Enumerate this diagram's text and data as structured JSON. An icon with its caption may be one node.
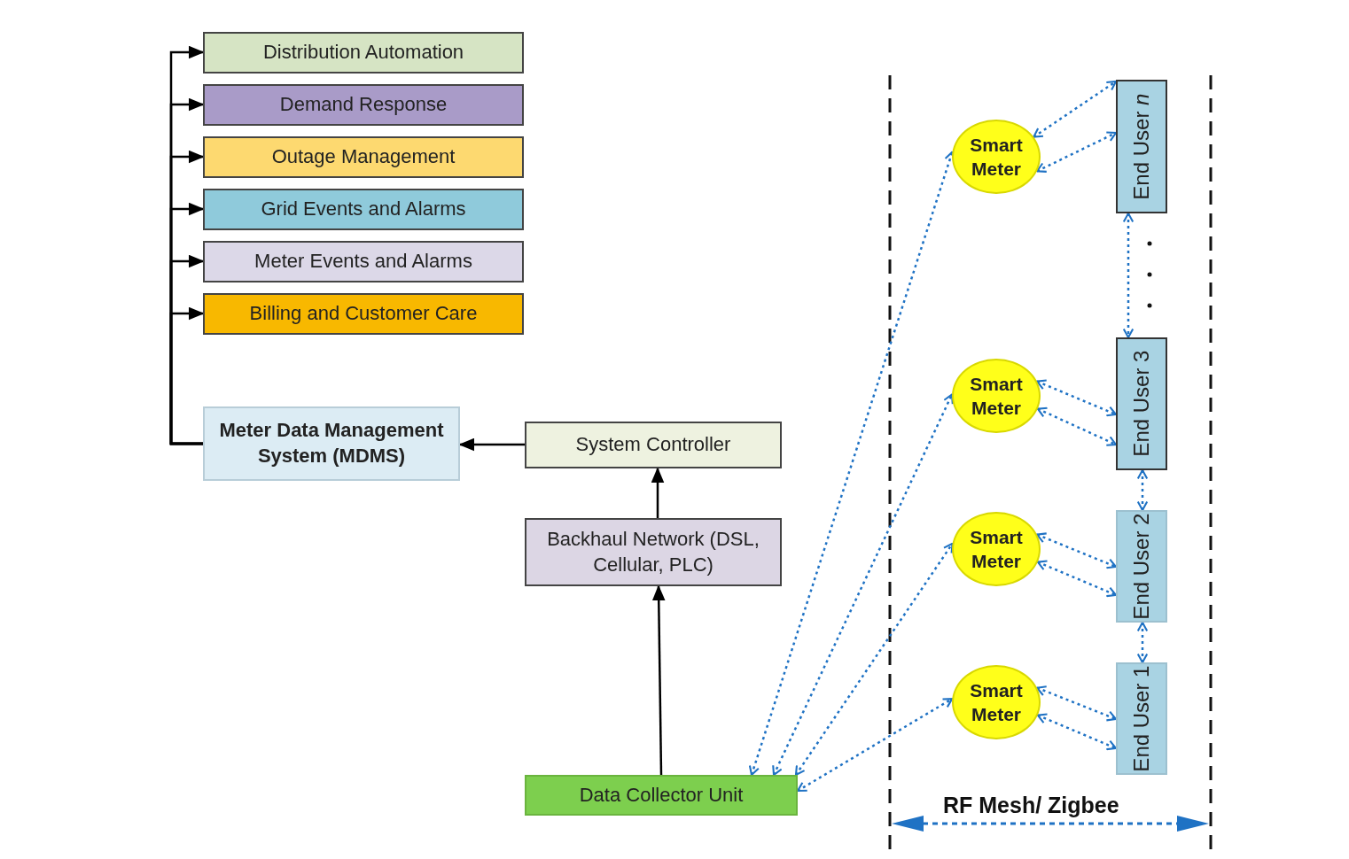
{
  "diagram": {
    "nodes": [
      {
        "text": [
          "Distribution Automation"
        ]
      },
      {
        "text": [
          "Demand Response"
        ]
      },
      {
        "text": [
          "Outage Management"
        ]
      },
      {
        "text": [
          "Grid Events and Alarms"
        ]
      },
      {
        "text": [
          "Meter Events and Alarms"
        ]
      },
      {
        "text": [
          "Billing and Customer Care"
        ]
      },
      {
        "text": [
          "Meter Data Management System (MDMS)"
        ]
      },
      {
        "text": [
          "System Controller"
        ]
      },
      {
        "text": [
          "Backhaul Network (DSL, Cellular, PLC)"
        ]
      },
      {
        "text": [
          "Data Collector Unit"
        ]
      },
      {
        "text": [
          "Smart Meter"
        ]
      },
      {
        "text": [
          "Smart Meter"
        ]
      },
      {
        "text": [
          "Smart Meter"
        ]
      },
      {
        "text": [
          "Smart Meter"
        ]
      },
      {
        "text": [
          "End User *n*"
        ]
      },
      {
        "text": [
          "End User 3"
        ]
      },
      {
        "text": [
          "End User 2"
        ]
      },
      {
        "text": [
          "End User 1"
        ]
      }
    ],
    "edges": [
      {
        "from": 6,
        "to": 0,
        "arrow": "to",
        "color": "#000000"
      },
      {
        "from": 6,
        "to": 1,
        "arrow": "to",
        "color": "#000000"
      },
      {
        "from": 6,
        "to": 2,
        "arrow": "to",
        "color": "#000000"
      },
      {
        "from": 6,
        "to": 3,
        "arrow": "to",
        "color": "#000000"
      },
      {
        "from": 6,
        "to": 4,
        "arrow": "to",
        "color": "#000000"
      },
      {
        "from": 6,
        "to": 5,
        "arrow": "to",
        "color": "#000000"
      },
      {
        "from": 7,
        "to": 6,
        "arrow": "to",
        "color": "#000000"
      },
      {
        "from": 8,
        "to": 7,
        "arrow": "to",
        "color": "#000000"
      },
      {
        "from": 9,
        "to": 8,
        "arrow": "to",
        "color": "#000000"
      },
      {
        "from": 9,
        "to": 10,
        "arrow": "both",
        "style": "dashed"
      },
      {
        "from": 9,
        "to": 11,
        "arrow": "both",
        "style": "dashed"
      },
      {
        "from": 9,
        "to": 12,
        "arrow": "both",
        "style": "dashed"
      },
      {
        "from": 9,
        "to": 13,
        "arrow": "both",
        "style": "dashed"
      },
      {
        "from": 10,
        "to": 14,
        "arrow": "both",
        "style": "dashed"
      },
      {
        "from": 10,
        "to": 14,
        "arrow": "both",
        "style": "dashed"
      },
      {
        "from": 11,
        "to": 15,
        "arrow": "both",
        "style": "dashed"
      },
      {
        "from": 11,
        "to": 15,
        "arrow": "both",
        "style": "dashed"
      },
      {
        "from": 12,
        "to": 16,
        "arrow": "both",
        "style": "dashed"
      },
      {
        "from": 12,
        "to": 16,
        "arrow": "both",
        "style": "dashed"
      },
      {
        "from": 13,
        "to": 17,
        "arrow": "both",
        "style": "dashed"
      },
      {
        "from": 13,
        "to": 17,
        "arrow": "both",
        "style": "dashed"
      },
      {
        "from": 14,
        "to": 15,
        "arrow": "both",
        "style": "dashed"
      },
      {
        "from": 15,
        "to": 16,
        "arrow": "both",
        "style": "dashed"
      },
      {
        "from": 16,
        "to": 17,
        "arrow": "both",
        "style": "dashed"
      }
    ],
    "labels": [
      "RF Mesh/ Zigbee"
    ]
  }
}
